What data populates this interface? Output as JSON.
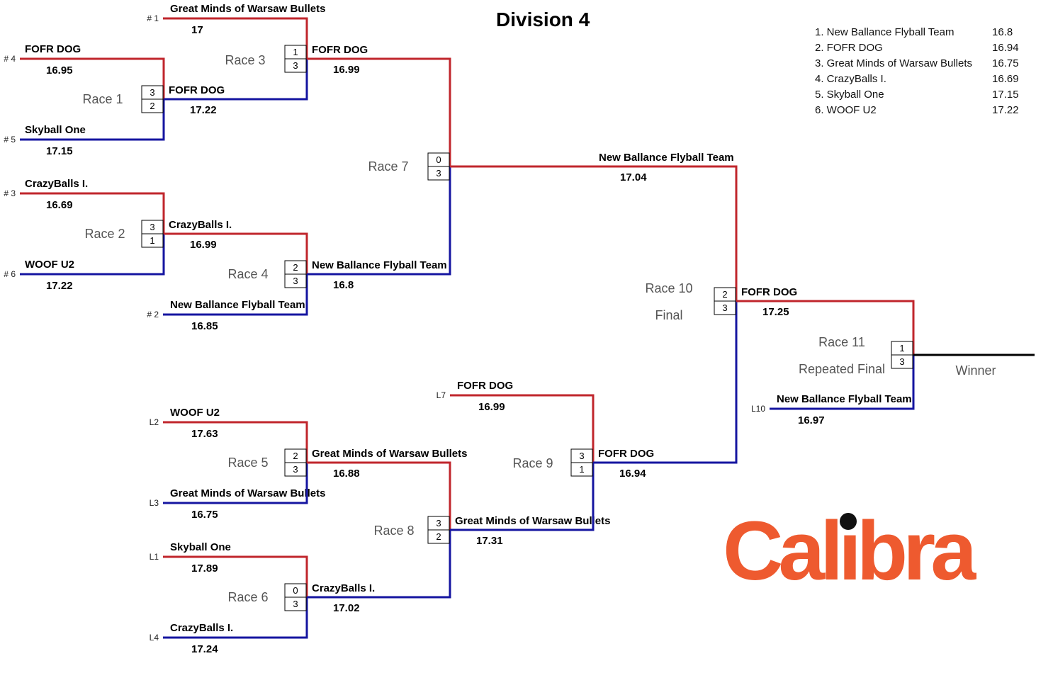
{
  "title": "Division 4",
  "colors": {
    "top_line": "#c0262c",
    "bottom_line": "#1515a0",
    "winner_line": "#000000",
    "logo_orange": "#ee5a2f",
    "logo_dot": "#111111"
  },
  "standings": [
    {
      "label": "1. New Ballance Flyball Team",
      "time": "16.8"
    },
    {
      "label": "2. FOFR DOG",
      "time": "16.94"
    },
    {
      "label": "3. Great Minds of Warsaw Bullets",
      "time": "16.75"
    },
    {
      "label": "4. CrazyBalls I.",
      "time": "16.69"
    },
    {
      "label": "5. Skyball One",
      "time": "17.15"
    },
    {
      "label": "6. WOOF U2",
      "time": "17.22"
    }
  ],
  "entries": [
    {
      "id": "e1",
      "seed": "# 4",
      "team": "FOFR DOG",
      "time": "16.95",
      "side": "top"
    },
    {
      "id": "e2",
      "seed": "# 5",
      "team": "Skyball One",
      "time": "17.15",
      "side": "bottom"
    },
    {
      "id": "e3",
      "seed": "# 3",
      "team": "CrazyBalls I.",
      "time": "16.69",
      "side": "top"
    },
    {
      "id": "e4",
      "seed": "# 6",
      "team": "WOOF U2",
      "time": "17.22",
      "side": "bottom"
    },
    {
      "id": "e5",
      "seed": "# 1",
      "team": "Great Minds of Warsaw Bullets",
      "time": "17",
      "side": "top"
    },
    {
      "id": "e6",
      "seed": "# 2",
      "team": "New Ballance Flyball Team",
      "time": "16.85",
      "side": "bottom"
    },
    {
      "id": "e7",
      "seed": "L2",
      "team": "WOOF U2",
      "time": "17.63",
      "side": "top"
    },
    {
      "id": "e8",
      "seed": "L3",
      "team": "Great Minds of Warsaw Bullets",
      "time": "16.75",
      "side": "bottom"
    },
    {
      "id": "e9",
      "seed": "L1",
      "team": "Skyball One",
      "time": "17.89",
      "side": "top"
    },
    {
      "id": "e10",
      "seed": "L4",
      "team": "CrazyBalls I.",
      "time": "17.24",
      "side": "bottom"
    },
    {
      "id": "e11",
      "seed": "L7",
      "team": "FOFR DOG",
      "time": "16.99",
      "side": "top"
    },
    {
      "id": "e12",
      "seed": "L10",
      "team": "New Ballance Flyball Team",
      "time": "16.97",
      "side": "bottom"
    }
  ],
  "races": [
    {
      "id": "r1",
      "label": "Race 1",
      "sublabel": "",
      "score_top": "3",
      "score_bottom": "2",
      "winner_team": "FOFR DOG",
      "winner_time": "17.22",
      "out_side": "bottom"
    },
    {
      "id": "r2",
      "label": "Race 2",
      "sublabel": "",
      "score_top": "3",
      "score_bottom": "1",
      "winner_team": "CrazyBalls I.",
      "winner_time": "16.99",
      "out_side": "top"
    },
    {
      "id": "r3",
      "label": "Race 3",
      "sublabel": "",
      "score_top": "1",
      "score_bottom": "3",
      "winner_team": "FOFR DOG",
      "winner_time": "16.99",
      "out_side": "top"
    },
    {
      "id": "r4",
      "label": "Race 4",
      "sublabel": "",
      "score_top": "2",
      "score_bottom": "3",
      "winner_team": "New Ballance Flyball Team",
      "winner_time": "16.8",
      "out_side": "bottom"
    },
    {
      "id": "r5",
      "label": "Race 5",
      "sublabel": "",
      "score_top": "2",
      "score_bottom": "3",
      "winner_team": "Great Minds of Warsaw Bullets",
      "winner_time": "16.88",
      "out_side": "top"
    },
    {
      "id": "r6",
      "label": "Race 6",
      "sublabel": "",
      "score_top": "0",
      "score_bottom": "3",
      "winner_team": "CrazyBalls I.",
      "winner_time": "17.02",
      "out_side": "bottom"
    },
    {
      "id": "r7",
      "label": "Race 7",
      "sublabel": "",
      "score_top": "0",
      "score_bottom": "3",
      "winner_team": "New Ballance Flyball Team",
      "winner_time": "17.04",
      "out_side": "top"
    },
    {
      "id": "r8",
      "label": "Race 8",
      "sublabel": "",
      "score_top": "3",
      "score_bottom": "2",
      "winner_team": "Great Minds of Warsaw Bullets",
      "winner_time": "17.31",
      "out_side": "bottom"
    },
    {
      "id": "r9",
      "label": "Race 9",
      "sublabel": "",
      "score_top": "3",
      "score_bottom": "1",
      "winner_team": "FOFR DOG",
      "winner_time": "16.94",
      "out_side": "bottom"
    },
    {
      "id": "r10",
      "label": "Race 10",
      "sublabel": "Final",
      "score_top": "2",
      "score_bottom": "3",
      "winner_team": "FOFR DOG",
      "winner_time": "17.25",
      "out_side": "top"
    },
    {
      "id": "r11",
      "label": "Race 11",
      "sublabel": "Repeated Final",
      "score_top": "1",
      "score_bottom": "3",
      "winner_team": "",
      "winner_time": "",
      "out_side": "winner"
    }
  ],
  "winner_label": "Winner",
  "logo": {
    "text_before_i": "Cal",
    "dotless_i": "ı",
    "text_after_i": "bra"
  }
}
